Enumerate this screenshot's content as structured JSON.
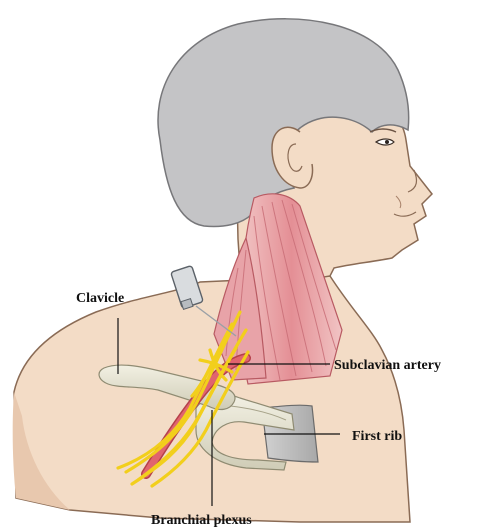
{
  "labels": {
    "clavicle": "Clavicle",
    "subclavian_artery": "Subclavian artery",
    "first_rib": "First rib",
    "brachial_plexus": "Branchial plexus"
  },
  "colors": {
    "skin": "#f3dcc6",
    "skin_outline": "#8a6b55",
    "hair": "#c4c4c6",
    "muscle": "#e7a3a6",
    "nerve": "#f2cf1c",
    "artery": "#d9555e",
    "bone": "#e3e1cf"
  }
}
